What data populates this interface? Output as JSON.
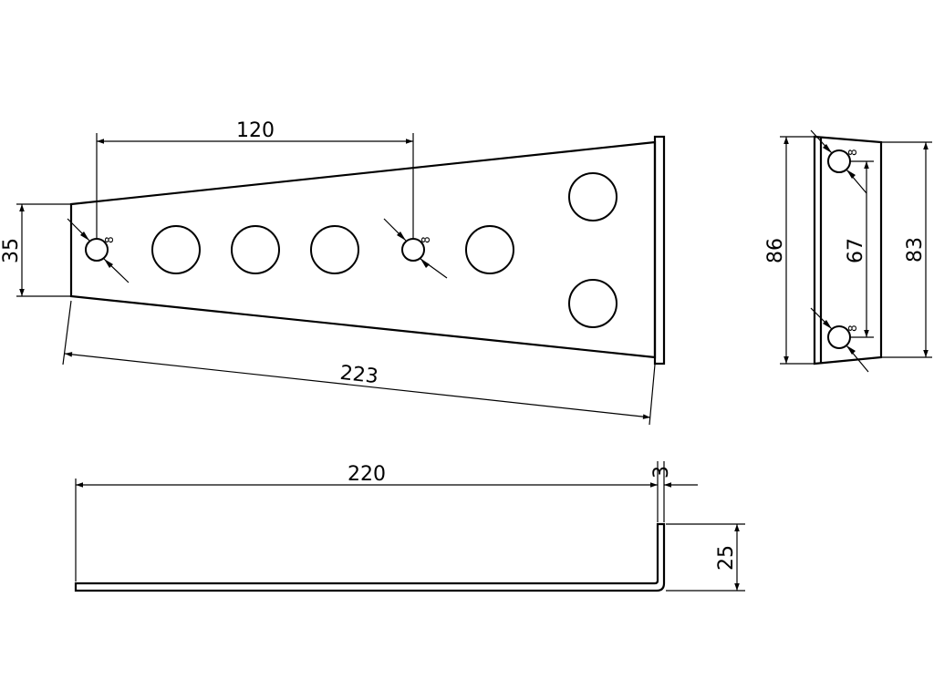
{
  "drawing": {
    "views": {
      "front": {
        "dimensions": {
          "hole_spacing": "120",
          "left_height": "35",
          "diagonal_length": "223"
        },
        "small_hole_label": "8"
      },
      "side": {
        "dimensions": {
          "outer_height": "86",
          "hole_spacing": "67",
          "right_height": "83"
        },
        "small_hole_label": "8"
      },
      "bottom": {
        "dimensions": {
          "length": "220",
          "thickness": "3",
          "flange_height": "25"
        }
      }
    }
  }
}
